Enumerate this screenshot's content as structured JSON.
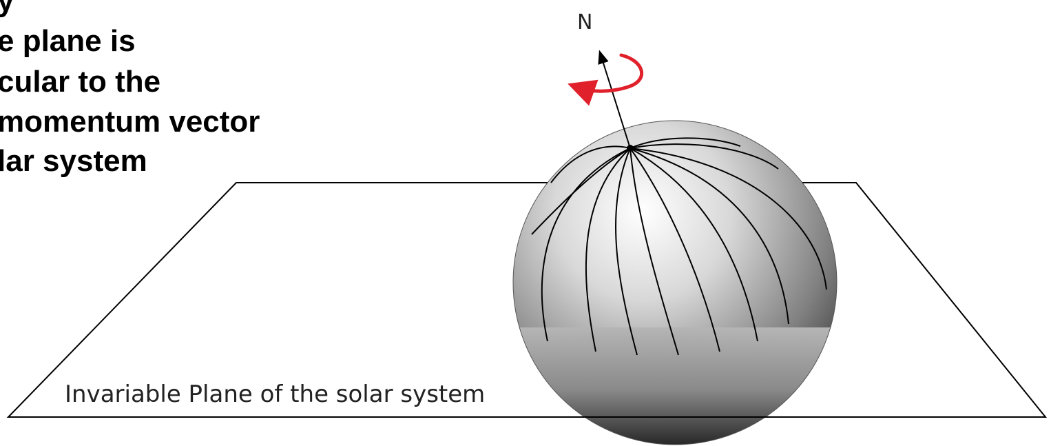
{
  "heading_lines": [
    "y",
    "e plane is",
    "cular to the",
    "momentum vector",
    "lar system"
  ],
  "diagram": {
    "north_label": "N",
    "plane_label": "Invariable Plane of the solar system"
  },
  "colors": {
    "text": "#000000",
    "rotation_arrow": "#e0202a",
    "sphere_light": "#ffffff",
    "sphere_dark": "#3a3a3a"
  }
}
